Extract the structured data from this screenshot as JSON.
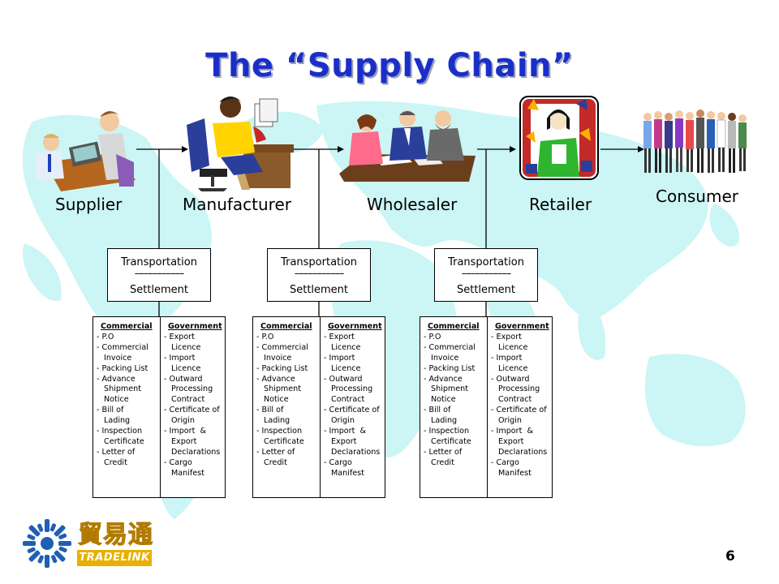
{
  "title": "The “Supply Chain”",
  "stages": {
    "supplier": "Supplier",
    "manufacturer": "Manufacturer",
    "wholesaler": "Wholesaler",
    "retailer": "Retailer",
    "consumer": "Consumer"
  },
  "transport_box": {
    "line1": "Transportation",
    "separator": "–––––––––––",
    "line2": "Settlement"
  },
  "documents": {
    "commercial_heading": "Commercial",
    "government_heading": "Government",
    "commercial": [
      "P.O",
      "Commercial\nInvoice",
      "Packing List",
      "Advance\nShipment\nNotice",
      "Bill of\nLading",
      "Inspection\nCertificate",
      "Letter of Credit"
    ],
    "government": [
      "Export\nLicence",
      "Import\nLicence",
      "Outward\nProcessing\nContract",
      "Certificate of\nOrigin",
      "Import  &\nExport\nDeclarations",
      "Cargo\nManifest"
    ]
  },
  "logo": {
    "chinese": "貿易通",
    "english": "TRADELINK"
  },
  "page_number": "6",
  "colors": {
    "title": "#1a2fc9",
    "map": "#ccf5f5",
    "logo_yellow": "#e8b000",
    "logo_blue": "#1f5fb5"
  }
}
